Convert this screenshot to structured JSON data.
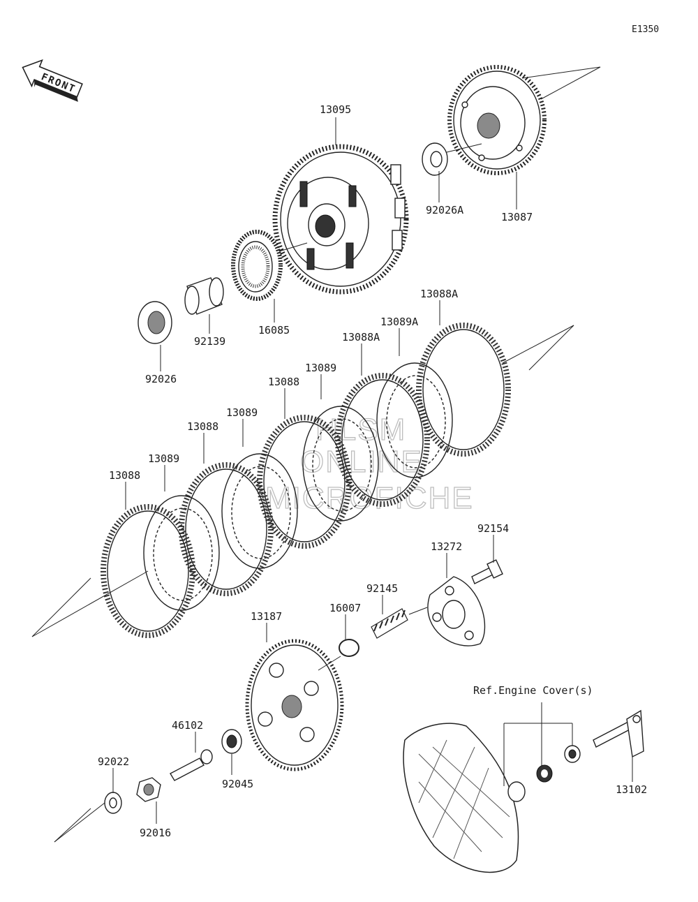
{
  "diagram": {
    "code": "E1350",
    "front_label": "FRONT",
    "ref_note": "Ref.Engine Cover(s)",
    "watermark_lines": [
      "HLSM",
      "ONLINE",
      "MICROFICHE"
    ],
    "parts": {
      "p13095": "13095",
      "p92026a": "92026A",
      "p13087": "13087",
      "p16085": "16085",
      "p92139": "92139",
      "p92026": "92026",
      "p13088a_top": "13088A",
      "p13089a": "13089A",
      "p13088a_mid": "13088A",
      "p13089_4": "13089",
      "p13088_3": "13088",
      "p13089_3": "13089",
      "p13088_2": "13088",
      "p13089_2": "13089",
      "p13088_1": "13088",
      "p92154": "92154",
      "p13272": "13272",
      "p92145": "92145",
      "p16007": "16007",
      "p13187": "13187",
      "p46102": "46102",
      "p92045": "92045",
      "p92022": "92022",
      "p92016": "92016",
      "p13102": "13102"
    }
  }
}
